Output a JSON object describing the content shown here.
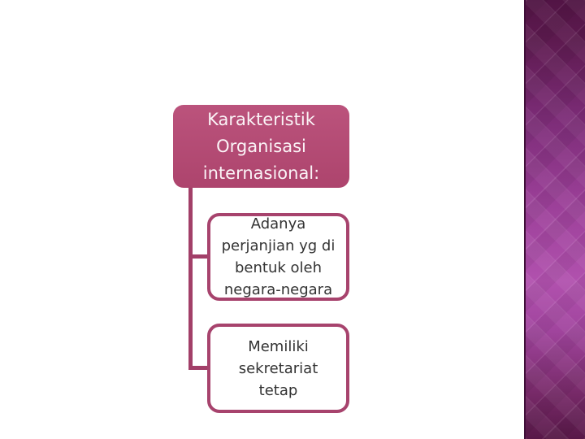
{
  "slide": {
    "background_color": "#ffffff",
    "accent_stripe": {
      "position": "right",
      "pattern": "argyle-diamonds",
      "gradient_top": "#521445",
      "gradient_middle": "#b151ae",
      "gradient_bottom": "#581848",
      "edge_line_color": "#400f39"
    },
    "diagram": {
      "type": "hierarchy",
      "connector_color": "#a23f68",
      "root": {
        "label": "Karakteristik\nOrganisasi\ninternasional:",
        "fill": "#b14a73",
        "text_color": "#fbf4f7"
      },
      "children": [
        {
          "label": "Adanya\nperjanjian yg di\nbentuk oleh\nnegara-negara",
          "fill": "#ffffff",
          "border_color": "#a7436d",
          "text_color": "#333333"
        },
        {
          "label": "Memiliki\nsekretariat\ntetap",
          "fill": "#ffffff",
          "border_color": "#a7436d",
          "text_color": "#333333"
        }
      ]
    }
  }
}
